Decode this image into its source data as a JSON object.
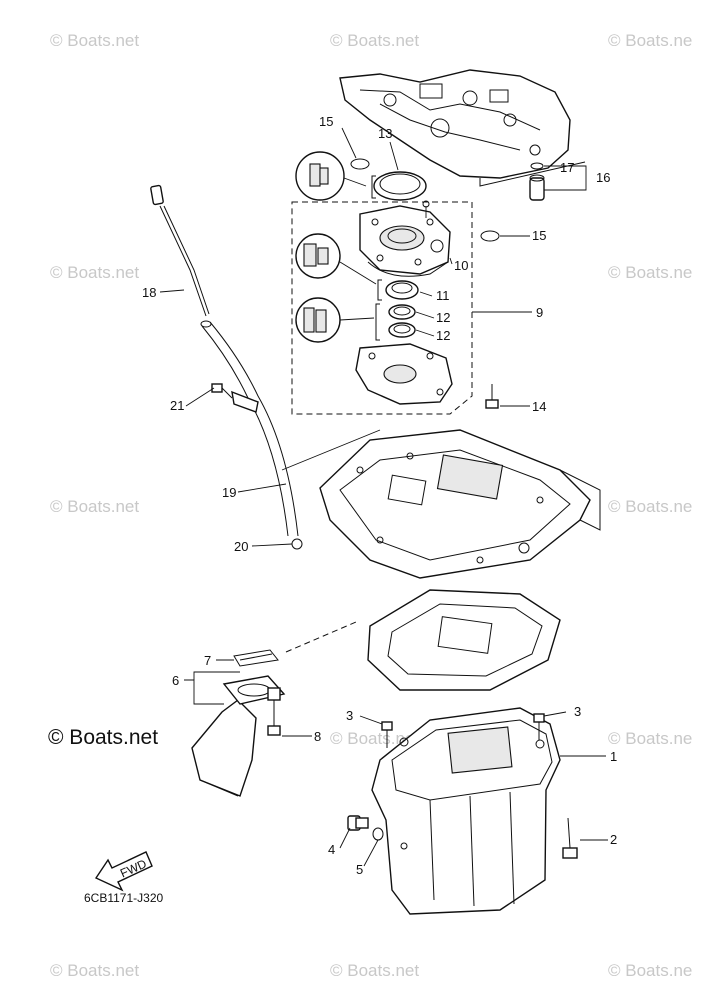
{
  "watermarks": [
    "© Boats.net",
    "© Boats.net",
    "© Boats.ne",
    "© Boats.net",
    "© Boats.ne",
    "© Boats.net",
    "© Boats.ne",
    "© Boats.net",
    "© Boats.ne",
    "© Boats.net",
    "© Boats.net",
    "© Boats.ne"
  ],
  "brand_watermark": "© Boats.net",
  "diagram_code": "6CB1171-J320",
  "fwd_label": "FWD",
  "callouts": {
    "c1": "1",
    "c2": "2",
    "c3a": "3",
    "c3b": "3",
    "c4": "4",
    "c5": "5",
    "c6": "6",
    "c7": "7",
    "c8": "8",
    "c9": "9",
    "c10": "10",
    "c11": "11",
    "c12a": "12",
    "c12b": "12",
    "c13": "13",
    "c14": "14",
    "c15a": "15",
    "c15b": "15",
    "c16": "16",
    "c17": "17",
    "c18": "18",
    "c19": "19",
    "c20": "20",
    "c21": "21"
  }
}
